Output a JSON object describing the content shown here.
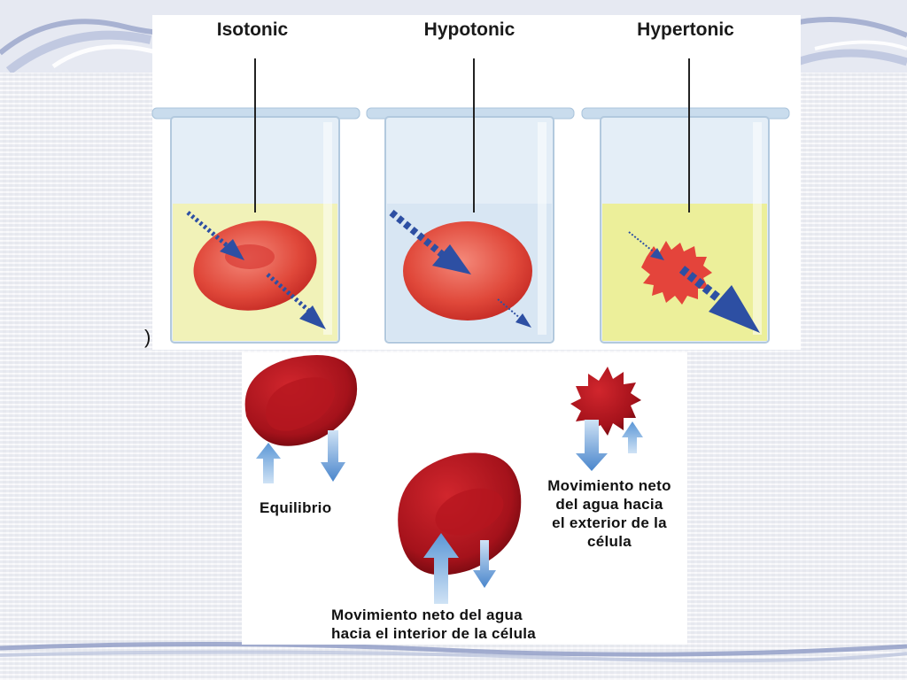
{
  "beakers": [
    {
      "title": "Isotonic"
    },
    {
      "title": "Hypotonic"
    },
    {
      "title": "Hypertonic"
    }
  ],
  "fragment": ")",
  "labels": {
    "equilibrio": "Equilibrio",
    "exterior": [
      "Movimiento neto",
      "del agua hacia",
      "el exterior de la",
      "célula"
    ],
    "interior": [
      "Movimiento neto del agua",
      "hacia el interior de la célula"
    ]
  },
  "colors": {
    "solution": "#f1f2b8",
    "beaker_glass": "#dce9f4",
    "cell_red": "#d9352c",
    "cell_dark": "#a8151c",
    "arrow_dark": "#2d4fa3",
    "arrow_light": "#6aa4da"
  }
}
